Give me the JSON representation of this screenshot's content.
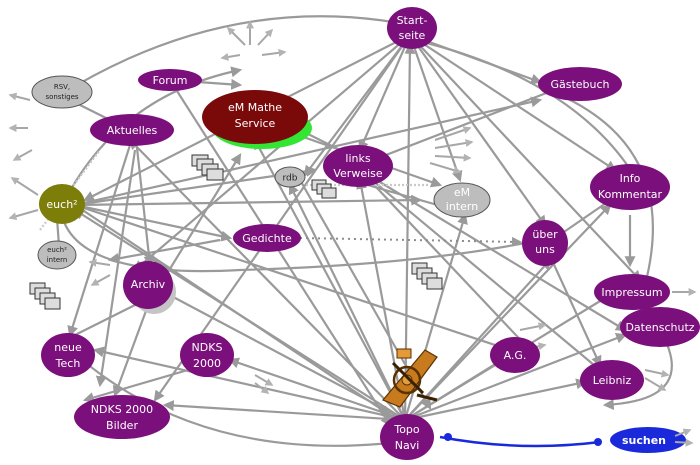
{
  "colors": {
    "node_purple": "#7b0f7b",
    "node_darkred": "#7a0a0a",
    "node_highlight": "#33e633",
    "node_olive": "#7d7d0a",
    "node_grey": "#bdbdbd",
    "node_blue": "#1a2adb",
    "edge": "#9a9a9a"
  },
  "nodes": {
    "startseite": [
      "Start-",
      "seite"
    ],
    "forum": [
      "Forum"
    ],
    "mathe_service": [
      "eM Mathe",
      "Service"
    ],
    "gaestebuch": [
      "Gästebuch"
    ],
    "rsv": [
      "RSV,",
      "sonstiges"
    ],
    "aktuelles": [
      "Aktuelles"
    ],
    "links_verweise": [
      "links",
      "Verweise"
    ],
    "rdb": [
      "rdb"
    ],
    "em_intern": [
      "eM",
      "intern"
    ],
    "info_kommentar": [
      "Info",
      "Kommentar"
    ],
    "euch": [
      "euch²"
    ],
    "euch_intern": [
      "euch²",
      "intern"
    ],
    "gedichte": [
      "Gedichte"
    ],
    "ueber_uns": [
      "über",
      "uns"
    ],
    "archiv": [
      "Archiv"
    ],
    "impressum": [
      "Impressum"
    ],
    "datenschutz": [
      "Datenschutz"
    ],
    "neue_tech": [
      "neue",
      "Tech"
    ],
    "ndks_2000": [
      "NDKS",
      "2000"
    ],
    "ag": [
      "A.G."
    ],
    "leibniz": [
      "Leibniz"
    ],
    "ndks_bilder": [
      "NDKS 2000",
      "Bilder"
    ],
    "topo_navi": [
      "Topo",
      "Navi"
    ],
    "suchen": [
      "suchen"
    ]
  }
}
